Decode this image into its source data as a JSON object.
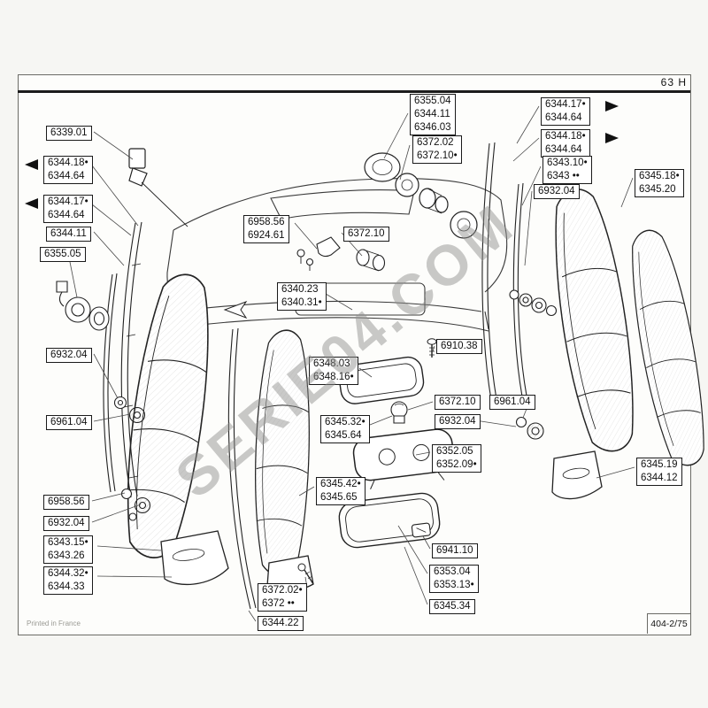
{
  "page": {
    "sheet_code": "63 H",
    "doc_number": "404-2/75",
    "printed_note": "Printed in France",
    "watermark": "SERIE04.COM"
  },
  "labels": [
    {
      "lines": [
        "6339.01"
      ]
    },
    {
      "lines": [
        "6344.18•",
        "6344.64"
      ]
    },
    {
      "lines": [
        "6344.17•",
        "6344.64"
      ]
    },
    {
      "lines": [
        "6344.11"
      ]
    },
    {
      "lines": [
        "6355.05"
      ]
    },
    {
      "lines": [
        "6932.04"
      ]
    },
    {
      "lines": [
        "6961.04"
      ]
    },
    {
      "lines": [
        "6958.56"
      ]
    },
    {
      "lines": [
        "6932.04"
      ]
    },
    {
      "lines": [
        "6343.15•",
        "6343.26"
      ]
    },
    {
      "lines": [
        "6344.32•",
        "6344.33"
      ]
    },
    {
      "lines": [
        "6355.04",
        "6344.11",
        "6346.03"
      ]
    },
    {
      "lines": [
        "6372.02",
        "6372.10•"
      ]
    },
    {
      "lines": [
        "6958.56",
        "6924.61"
      ]
    },
    {
      "lines": [
        "6372.10"
      ]
    },
    {
      "lines": [
        "6340.23",
        "6340.31•"
      ]
    },
    {
      "lines": [
        "6348.03",
        "6348.16•"
      ]
    },
    {
      "lines": [
        "6910.38"
      ]
    },
    {
      "lines": [
        "6372.10"
      ]
    },
    {
      "lines": [
        "6345.32•",
        "6345.64"
      ]
    },
    {
      "lines": [
        "6352.05",
        "6352.09•"
      ]
    },
    {
      "lines": [
        "6345.42•",
        "6345.65"
      ]
    },
    {
      "lines": [
        "6941.10"
      ]
    },
    {
      "lines": [
        "6353.04",
        "6353.13•"
      ]
    },
    {
      "lines": [
        "6345.34"
      ]
    },
    {
      "lines": [
        "6372.02•",
        "6372 ••"
      ]
    },
    {
      "lines": [
        "6344.22"
      ]
    },
    {
      "lines": [
        "6344.17•",
        "6344.64"
      ]
    },
    {
      "lines": [
        "6344.18•",
        "6344.64"
      ]
    },
    {
      "lines": [
        "6343.10•",
        "6343 ••"
      ]
    },
    {
      "lines": [
        "6932.04"
      ]
    },
    {
      "lines": [
        "6345.18•",
        "6345.20"
      ]
    },
    {
      "lines": [
        "6961.04"
      ]
    },
    {
      "lines": [
        "6932.04"
      ]
    },
    {
      "lines": [
        "6345.19",
        "6344.12"
      ]
    }
  ]
}
